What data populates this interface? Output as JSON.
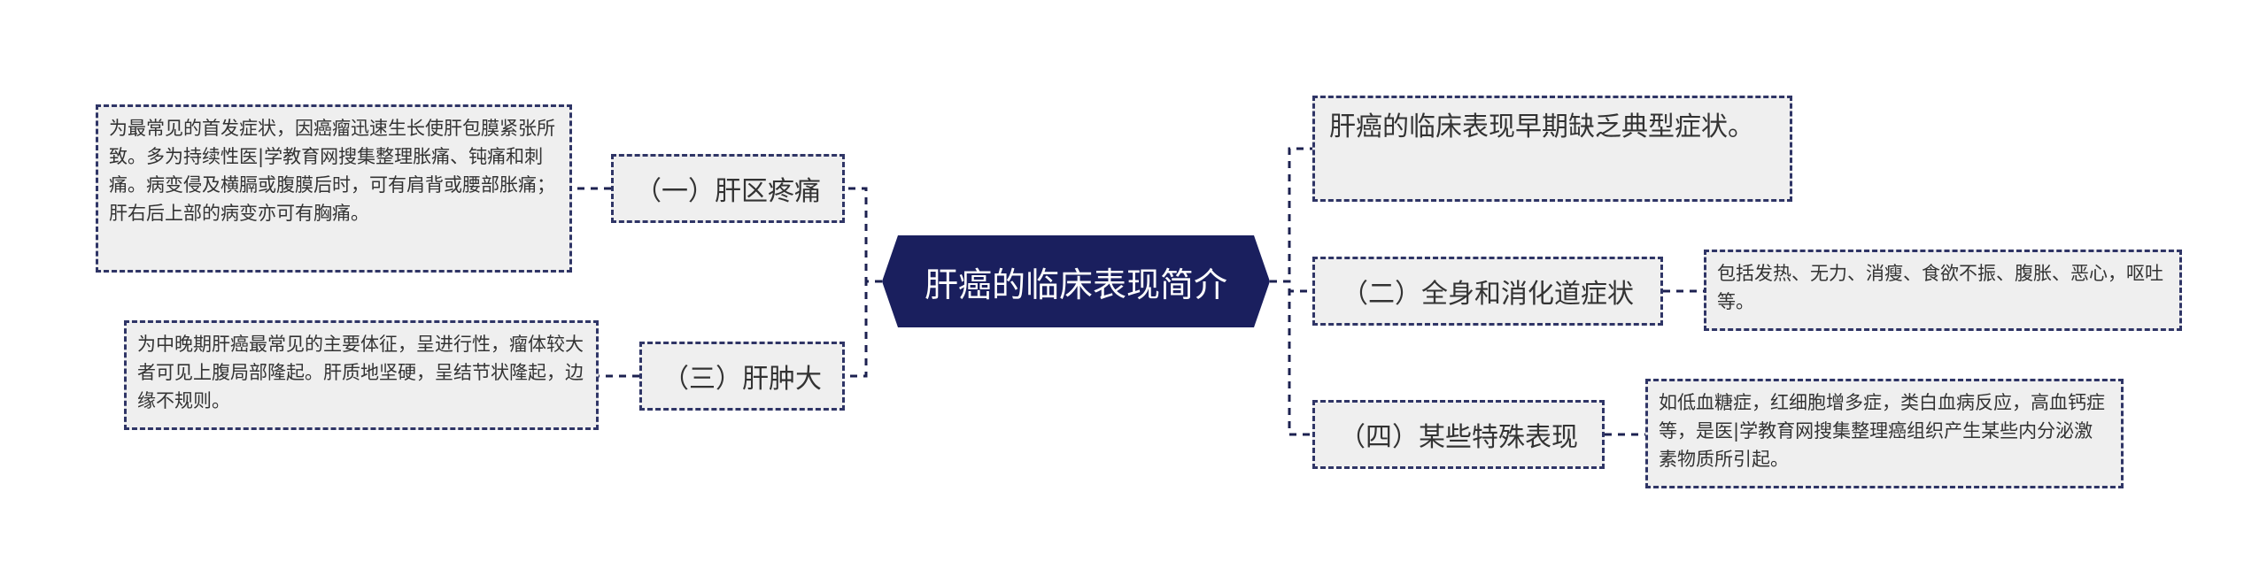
{
  "mindmap": {
    "root": {
      "title": "肝癌的临床表现简介",
      "fill_color": "#1a1f5e",
      "text_color": "#ffffff"
    },
    "left": [
      {
        "label": "（一）肝区疼痛",
        "detail": "为最常见的首发症状，因癌瘤迅速生长使肝包膜紧张所致。多为持续性医|学教育网搜集整理胀痛、钝痛和刺痛。病变侵及横膈或腹膜后时，可有肩背或腰部胀痛；肝右后上部的病变亦可有胸痛。"
      },
      {
        "label": "（三）肝肿大",
        "detail": "为中晚期肝癌最常见的主要体征，呈进行性，瘤体较大者可见上腹局部隆起。肝质地坚硬，呈结节状隆起，边缘不规则。"
      }
    ],
    "right": [
      {
        "label": "肝癌的临床表现早期缺乏典型症状。"
      },
      {
        "label": "（二）全身和消化道症状",
        "detail": "包括发热、无力、消瘦、食欲不振、腹胀、恶心，呕吐等。"
      },
      {
        "label": "（四）某些特殊表现",
        "detail": "如低血糖症，红细胞增多症，类白血病反应，高血钙症等，是医|学教育网搜集整理癌组织产生某些内分泌激素物质所引起。"
      }
    ],
    "colors": {
      "node_fill": "#efefef",
      "node_border": "#2f3566",
      "connector": "#1c2150",
      "text": "#333333"
    }
  }
}
